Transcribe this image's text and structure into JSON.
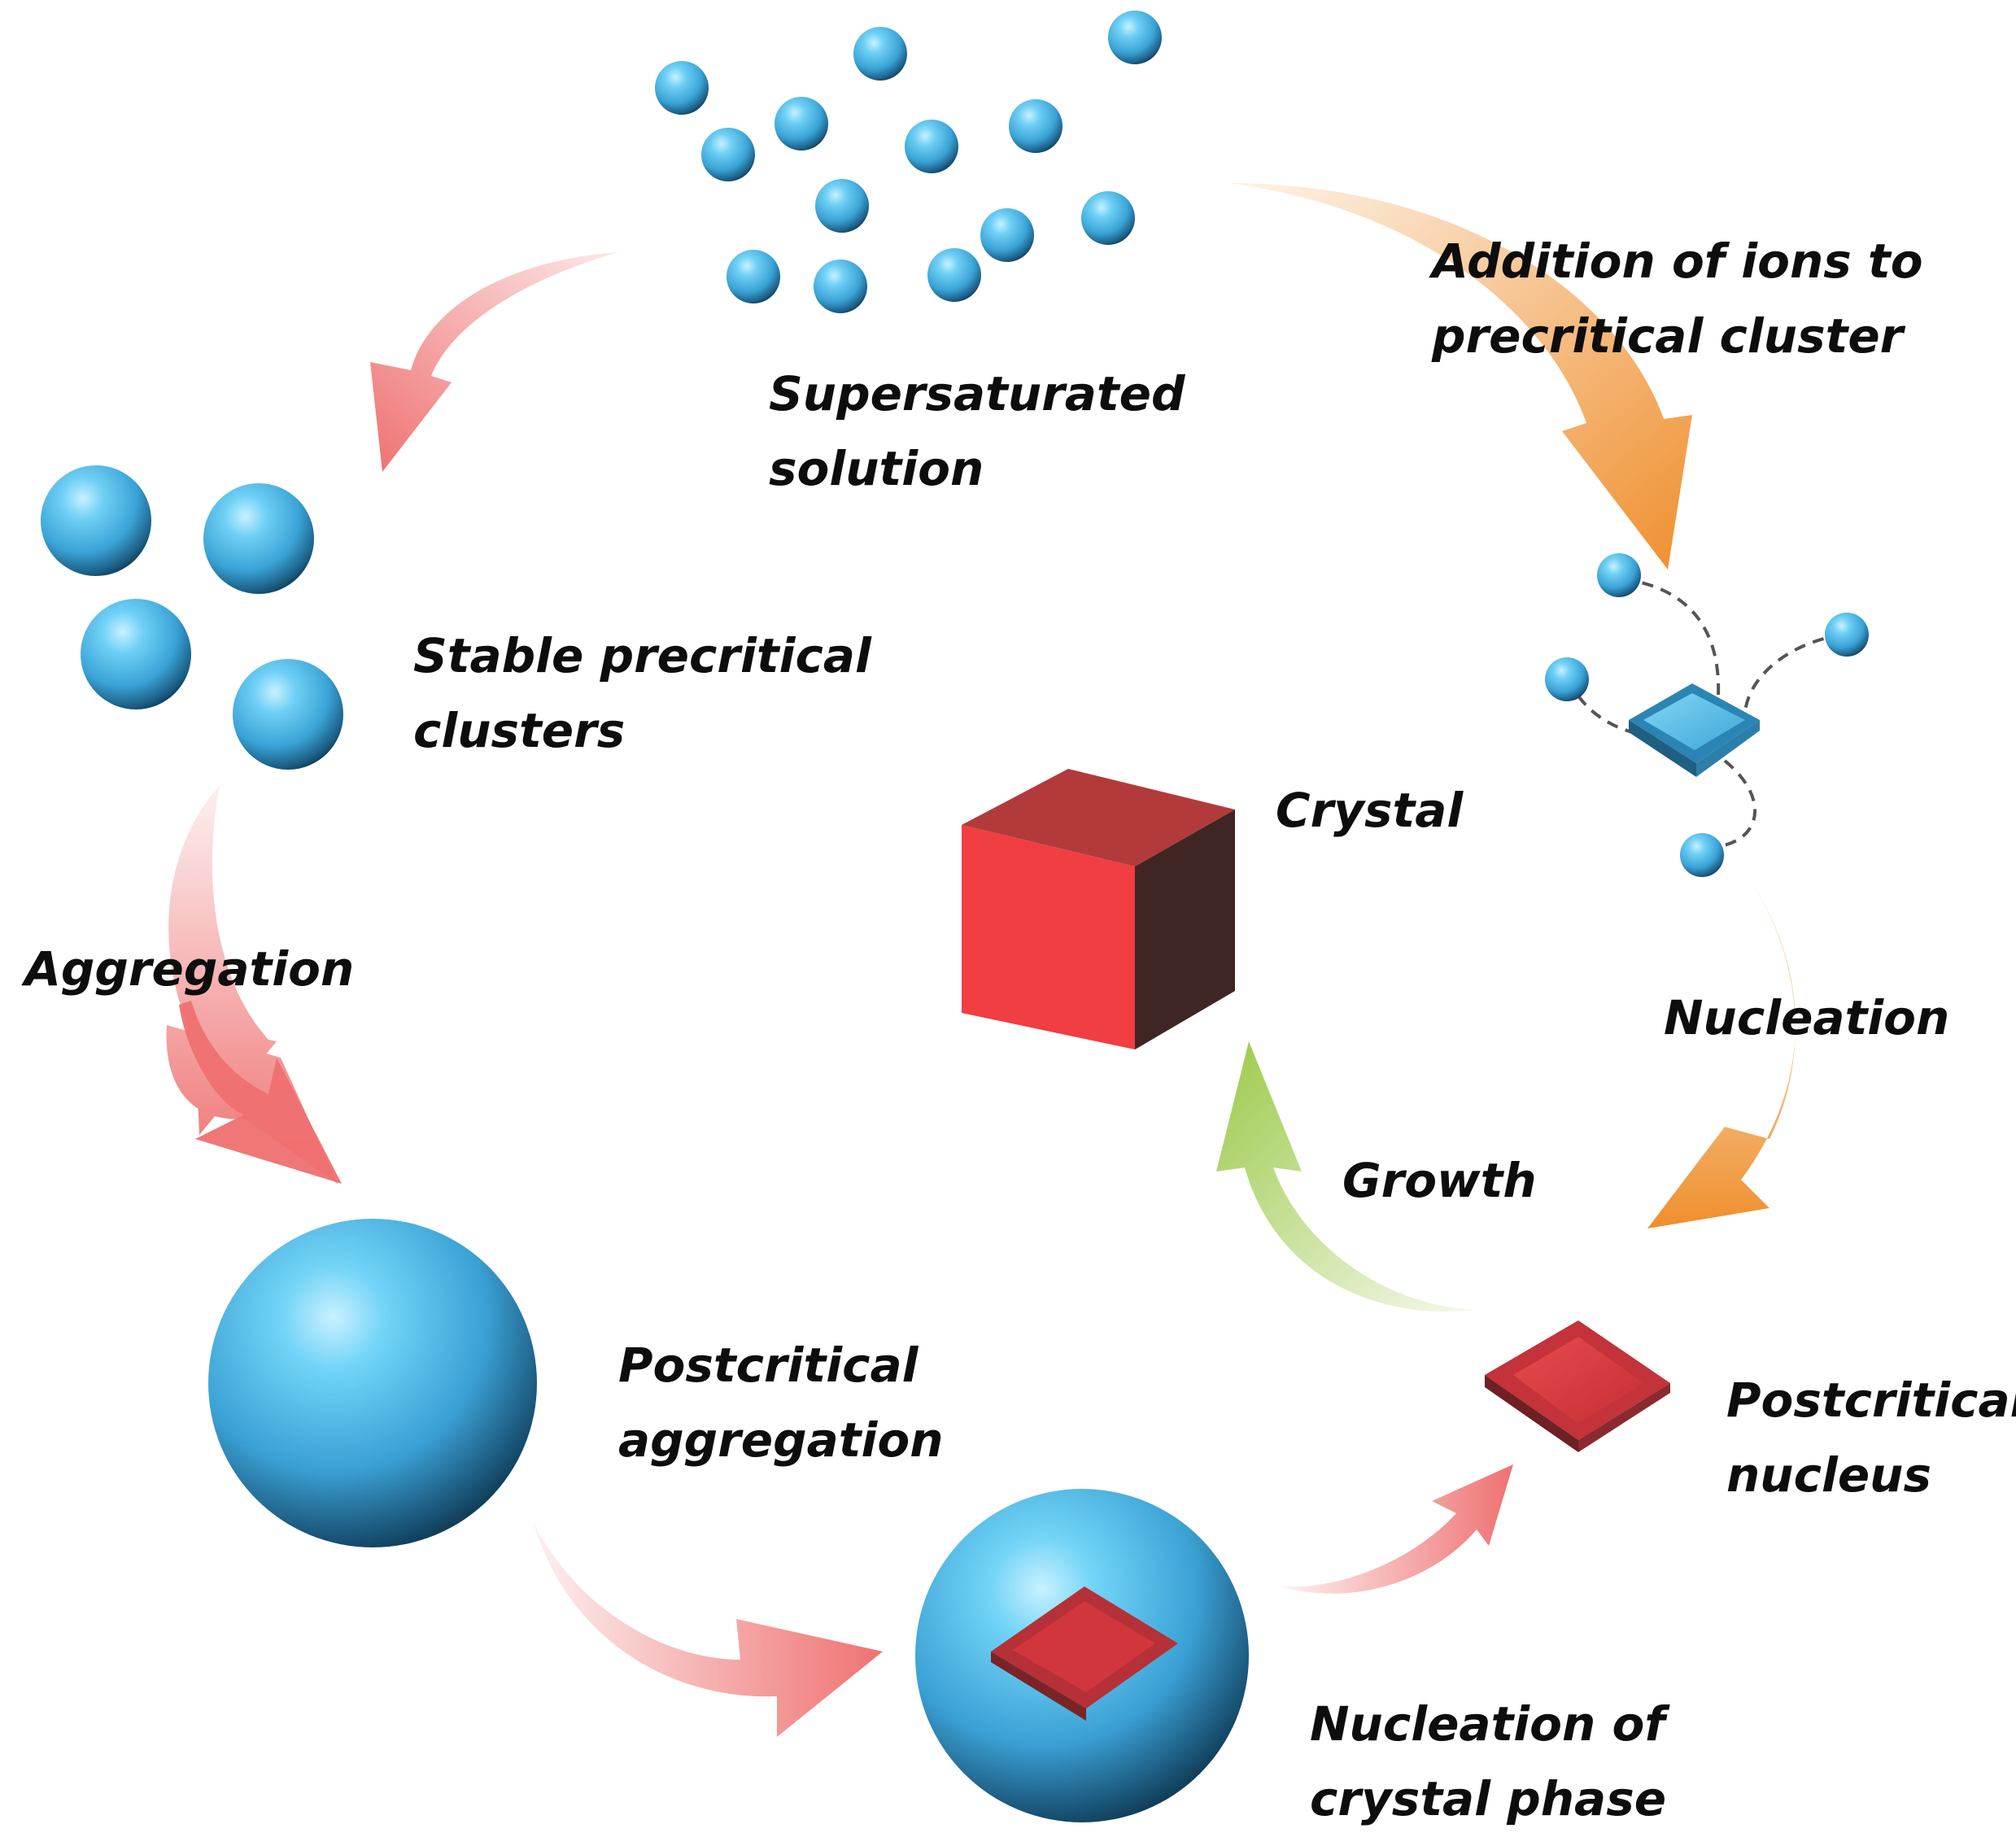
{
  "labels": {
    "supersaturated": [
      "Supersaturated",
      "solution"
    ],
    "addition": [
      "Addition of ions to",
      "precritical cluster"
    ],
    "stable": [
      "Stable precritical",
      "clusters"
    ],
    "crystal": "Crystal",
    "nucleation": "Nucleation",
    "aggregation": "Aggregation",
    "growth": "Growth",
    "postcritical_aggregation": [
      "Postcritical",
      "aggregation"
    ],
    "postcritical_nucleus": [
      "Postcritical",
      "nucleus"
    ],
    "nucleation_of_crystal_phase": [
      "Nucleation of",
      "crystal phase"
    ]
  },
  "colors": {
    "sphere": "#45b6e6",
    "crystal": "#e8383d",
    "arrow_red": "#ee6a6a",
    "arrow_orange": "#ef8f2d",
    "arrow_green": "#9cc94a",
    "text": "#0d0d0d"
  }
}
